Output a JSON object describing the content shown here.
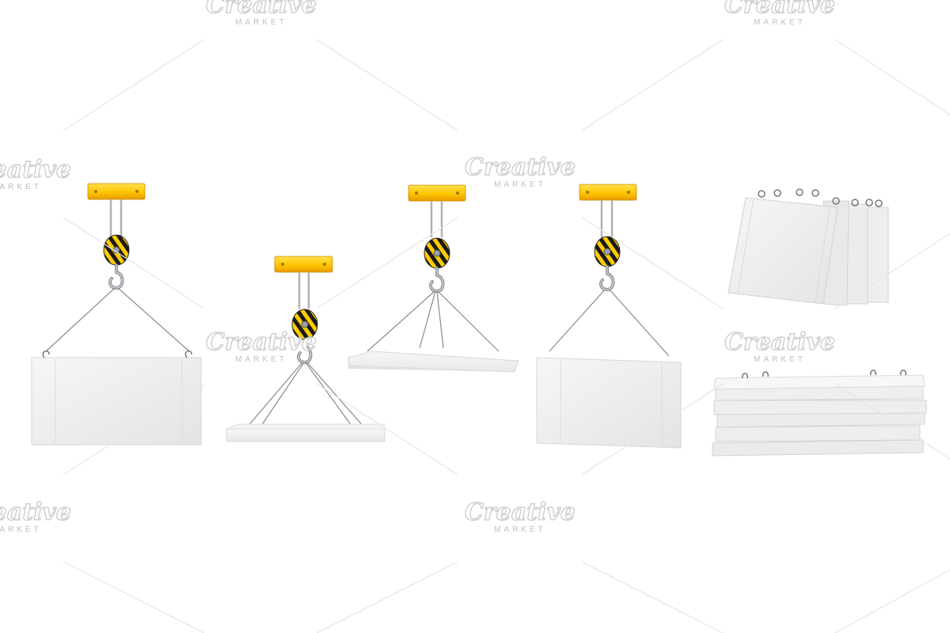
{
  "watermark": {
    "title": "Creative",
    "subtitle": "MARKET"
  },
  "colors": {
    "crane_block_top": "#ffd21a",
    "crane_block_bottom": "#f0a500",
    "hazard_black": "#1a1a1a",
    "hazard_yellow": "#ffcc00",
    "slab_face": "#efefef",
    "slab_edge": "#d9d9d9",
    "cable": "#8a8a8a",
    "hook": "#9aa0a6"
  },
  "scene": {
    "objects": [
      {
        "name": "crane-with-wall-panel",
        "icon": "crane-hook-icon"
      },
      {
        "name": "crane-with-flat-beam",
        "icon": "crane-hook-icon"
      },
      {
        "name": "crane-with-floor-slab",
        "icon": "crane-hook-icon"
      },
      {
        "name": "crane-with-tilted-panel",
        "icon": "crane-hook-icon"
      },
      {
        "name": "standing-panel-stack",
        "icon": "concrete-panel-icon"
      },
      {
        "name": "lying-slab-stack",
        "icon": "concrete-slab-icon"
      }
    ]
  }
}
